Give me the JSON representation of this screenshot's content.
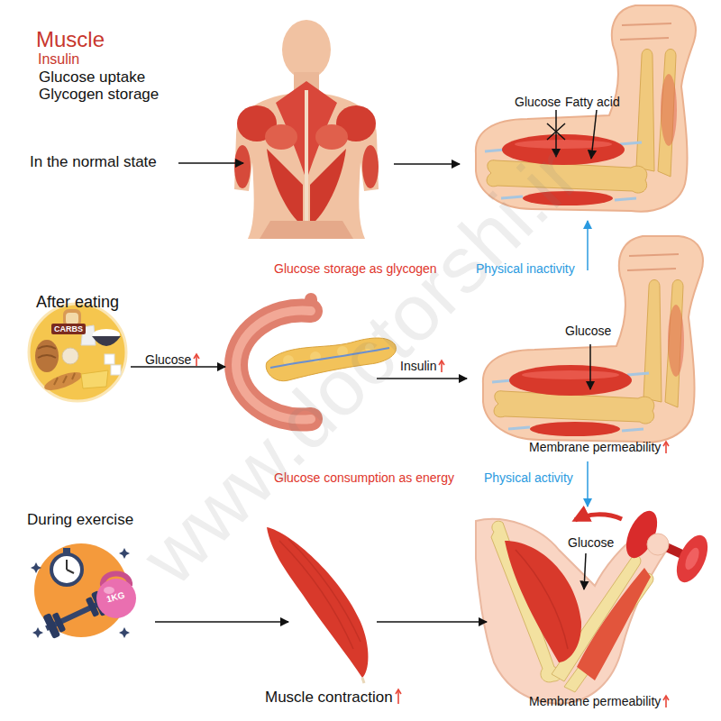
{
  "diagram": {
    "nodes": [
      {
        "text": [
          "Glucose",
          "Fatty acid"
        ]
      },
      {
        "text": [
          "CARBS"
        ]
      },
      {
        "text": [
          "Glucose",
          "Membrane permeability"
        ]
      },
      {
        "text": [
          "1KG"
        ]
      },
      {
        "text": [
          "Glucose",
          "Membrane permeability"
        ]
      }
    ],
    "edges": [
      {
        "from": 2,
        "to": 0,
        "arrow": "to",
        "label": "Physical inactivity"
      },
      {
        "from": 2,
        "to": 4,
        "arrow": "to",
        "label": "Physical activity"
      }
    ],
    "labels": [
      "Muscle",
      "Insulin",
      "Glucose uptake",
      "Glycogen storage",
      "In the normal state",
      "Glucose storage as glycogen",
      "After eating",
      "Glucose",
      "Insulin",
      "Glucose consumption as energy",
      "During exercise",
      "Muscle contraction",
      "www.doctorshi.ir"
    ]
  }
}
